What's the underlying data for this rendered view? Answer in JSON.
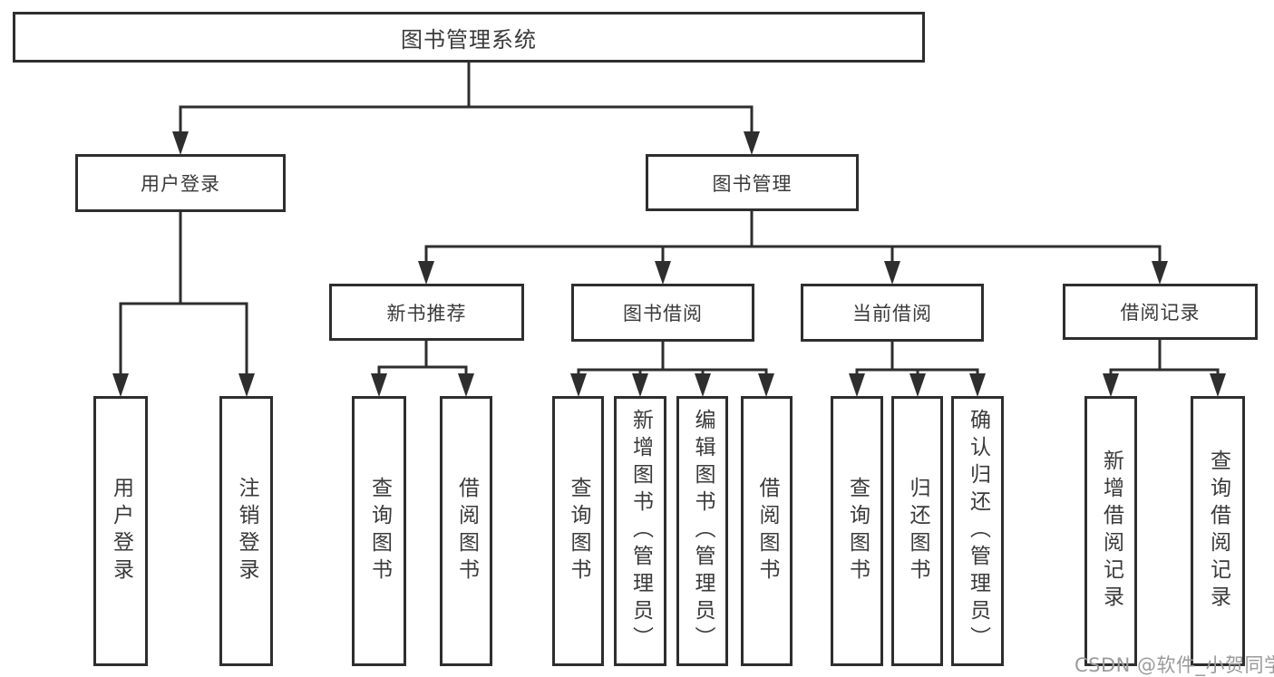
{
  "diagram": {
    "title": "图书管理系统",
    "nodes": {
      "root": "图书管理系统",
      "level2": [
        "用户登录",
        "图书管理"
      ],
      "level3": [
        "新书推荐",
        "图书借阅",
        "当前借阅",
        "借阅记录"
      ],
      "leaves_user_login": [
        "用户登录",
        "注销登录"
      ],
      "leaves_new_book": [
        "查询图书",
        "借阅图书"
      ],
      "leaves_book_borrow": [
        "查询图书",
        "新增图书（管理员）",
        "编辑图书（管理员）",
        "借阅图书"
      ],
      "leaves_current_borrow": [
        "查询图书",
        "归还图书",
        "确认归还（管理员）"
      ],
      "leaves_borrow_records": [
        "新增借阅记录",
        "查询借阅记录"
      ]
    },
    "edges": [
      {
        "from": "图书管理系统",
        "to": [
          "用户登录",
          "图书管理"
        ]
      },
      {
        "from": "用户登录",
        "to": [
          "用户登录",
          "注销登录"
        ]
      },
      {
        "from": "图书管理",
        "to": [
          "新书推荐",
          "图书借阅",
          "当前借阅",
          "借阅记录"
        ]
      },
      {
        "from": "新书推荐",
        "to": [
          "查询图书",
          "借阅图书"
        ]
      },
      {
        "from": "图书借阅",
        "to": [
          "查询图书",
          "新增图书（管理员）",
          "编辑图书（管理员）",
          "借阅图书"
        ]
      },
      {
        "from": "当前借阅",
        "to": [
          "查询图书",
          "归还图书",
          "确认归还（管理员）"
        ]
      },
      {
        "from": "借阅记录",
        "to": [
          "新增借阅记录",
          "查询借阅记录"
        ]
      }
    ]
  },
  "watermark": "CSDN @软件_小贺同学",
  "colors": {
    "line": "#2e2e2e",
    "text": "#3a3a3a",
    "watermark_text": "#9b9b9b",
    "background": "#ffffff"
  }
}
